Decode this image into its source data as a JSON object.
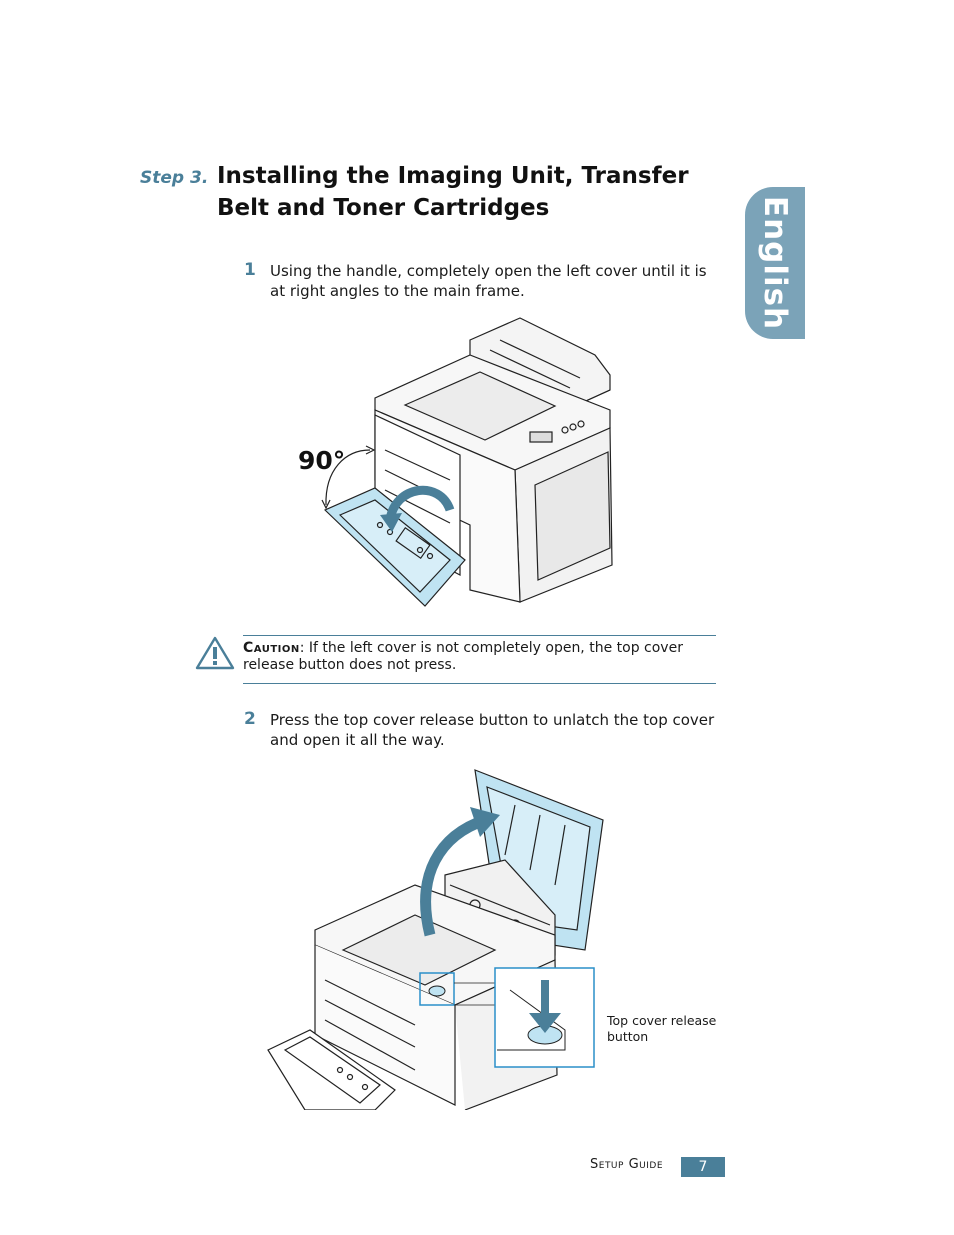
{
  "heading": {
    "step": "Step 3.",
    "title": "Installing the Imaging Unit, Transfer Belt and Toner Cartridges"
  },
  "side_tab": {
    "label": "English"
  },
  "steps": [
    {
      "number": "1",
      "text": "Using the handle, completely open the left cover until it is at right angles to the main frame."
    },
    {
      "number": "2",
      "text": "Press the top cover release button to unlatch the top cover and open it all the way."
    }
  ],
  "figure1": {
    "angle_label": "90°"
  },
  "caution": {
    "label": "Caution",
    "text": ": If the left cover is not completely open, the top cover release button does not press."
  },
  "figure2": {
    "callout": "Top cover release button"
  },
  "footer": {
    "guide": "Setup Guide",
    "page": "7"
  },
  "colors": {
    "accent": "#4a7f99",
    "tab": "#7ba3b8",
    "highlight": "#bfe3f2"
  }
}
